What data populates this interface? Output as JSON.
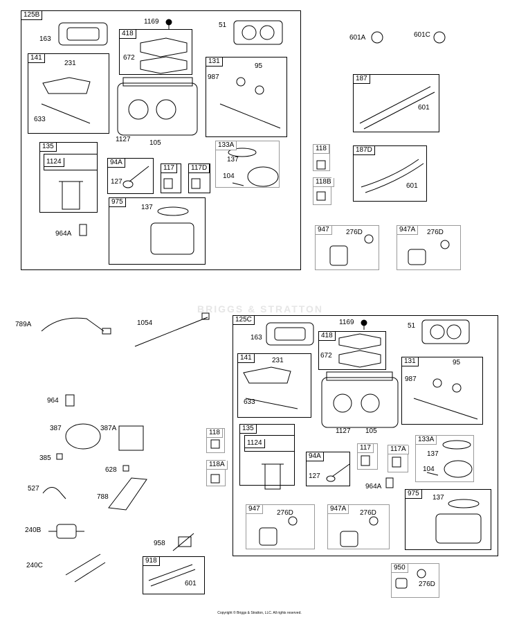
{
  "watermark": "BRIGGS & STRATTON",
  "copyright": "Copyright © Briggs & Stratton, LLC. All rights reserved.",
  "labels": {
    "125B": "125B",
    "163a": "163",
    "1169a": "1169",
    "51a": "51",
    "418a": "418",
    "672a": "672",
    "141a": "141",
    "231a": "231",
    "633a": "633",
    "131a": "131",
    "987a": "987",
    "95a": "95",
    "1127a": "1127",
    "105a": "105",
    "135a": "135",
    "1124a": "1124",
    "94Aa": "94A",
    "127a": "127",
    "117a": "117",
    "117D": "117D",
    "133Aa": "133A",
    "137a": "137",
    "104a": "104",
    "975a": "975",
    "137b": "137",
    "964Aa": "964A",
    "601A": "601A",
    "601C": "601C",
    "187": "187",
    "601a": "601",
    "187D": "187D",
    "601b": "601",
    "118a": "118",
    "118B": "118B",
    "947a": "947",
    "276Da": "276D",
    "947Aa": "947A",
    "276Db": "276D",
    "789A": "789A",
    "1054": "1054",
    "964": "964",
    "387": "387",
    "387A": "387A",
    "385": "385",
    "628": "628",
    "527": "527",
    "788": "788",
    "240B": "240B",
    "240C": "240C",
    "958": "958",
    "918": "918",
    "601c": "601",
    "118b": "118",
    "118A": "118A",
    "125C": "125C",
    "163b": "163",
    "1169b": "1169",
    "51b": "51",
    "418b": "418",
    "672b": "672",
    "141b": "141",
    "231b": "231",
    "633b": "633",
    "131b": "131",
    "987b": "987",
    "95b": "95",
    "135b": "135",
    "1124b": "1124",
    "1127b": "1127",
    "105b": "105",
    "94Ab": "94A",
    "127b": "127",
    "117b": "117",
    "117A": "117A",
    "133Ab": "133A",
    "137c": "137",
    "104b": "104",
    "964Ab": "964A",
    "975b": "975",
    "137d": "137",
    "947b": "947",
    "276Dc": "276D",
    "947Ab": "947A",
    "276Dd": "276D",
    "950": "950",
    "276De": "276D"
  }
}
